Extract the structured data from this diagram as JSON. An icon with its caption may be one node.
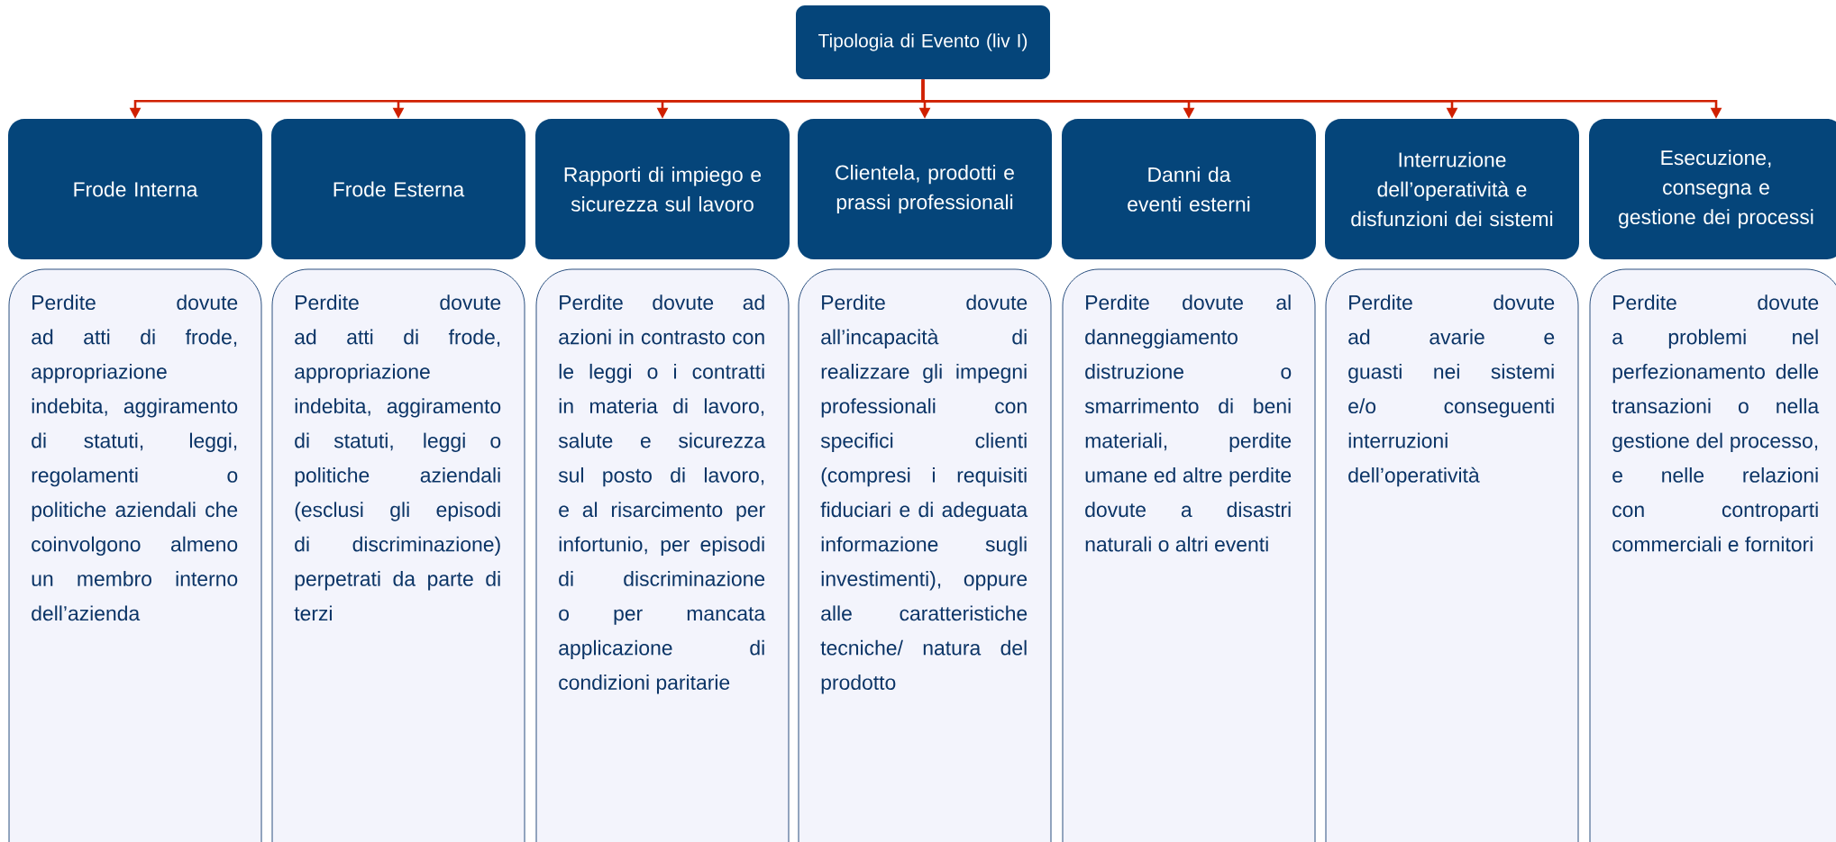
{
  "diagram": {
    "nodes": [
      {
        "text": [
          "Tipologia di Evento (liv I)"
        ]
      },
      {
        "text": [
          "Frode Interna"
        ]
      },
      {
        "text": [
          "Frode Esterna"
        ]
      },
      {
        "text": [
          "Rapporti di impiego e sicurezza sul lavoro"
        ]
      },
      {
        "text": [
          "Clientela, prodotti e prassi professionali"
        ]
      },
      {
        "text": [
          "Danni da eventi esterni"
        ]
      },
      {
        "text": [
          "Interruzione dell’operatività e disfunzioni dei sistemi"
        ]
      },
      {
        "text": [
          "Esecuzione, consegna e gestione dei processi"
        ]
      },
      {
        "text": [
          "Perdite dovute ad atti di frode, appropriazione indebita, aggiramento di statuti, leggi, regolamenti o politiche aziendali che coinvolgono almeno un membro interno dell’azienda"
        ]
      },
      {
        "text": [
          "Perdite dovute ad atti di frode, appropriazione indebita, aggiramento di statuti, leggi o politiche aziendali (esclusi gli episodi di discriminazione) perpetrati da parte di terzi"
        ]
      },
      {
        "text": [
          "Perdite dovute ad azioni in contrasto con le leggi o i contratti in materia di lavoro, salute e sicurezza sul posto di lavoro, e al risarcimento per infortunio, per episodi di discriminazione o per mancata applicazione di condizioni paritarie"
        ]
      },
      {
        "text": [
          "Perdite dovute all’incapacità di realizzare gli impegni professionali con specifici clienti (compresi i requisiti fiduciari e di adeguata informazione sugli investimenti), oppure alle caratteristiche tecniche/ natura del prodotto"
        ]
      },
      {
        "text": [
          "Perdite dovute al danneggiamento distruzione o smarrimento di beni materiali, perdite umane ed altre perdite dovute a disastri naturali o altri eventi"
        ]
      },
      {
        "text": [
          "Perdite dovute ad avarie e guasti nei sistemi e/o conseguenti interruzioni dell’operatività"
        ]
      },
      {
        "text": [
          "Perdite dovute a problemi nel perfezionamento delle transazioni o nella gestione del processo, e nelle relazioni con controparti commerciali e fornitori"
        ]
      }
    ],
    "edges": [
      {
        "from": 0,
        "to": 1,
        "arrow": "to"
      },
      {
        "from": 0,
        "to": 2,
        "arrow": "to"
      },
      {
        "from": 0,
        "to": 3,
        "arrow": "to"
      },
      {
        "from": 0,
        "to": 4,
        "arrow": "to"
      },
      {
        "from": 0,
        "to": 5,
        "arrow": "to"
      },
      {
        "from": 0,
        "to": 6,
        "arrow": "to"
      },
      {
        "from": 0,
        "to": 7,
        "arrow": "to"
      }
    ]
  }
}
